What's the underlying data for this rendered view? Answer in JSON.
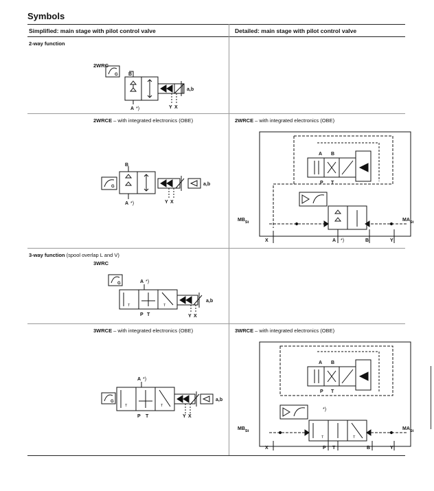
{
  "title": "Symbols",
  "headers": {
    "left": "Simplified: main stage with pilot control valve",
    "right": "Detailed: main stage with pilot control valve"
  },
  "rows": {
    "two_way": {
      "label": "2-way function",
      "simple_name": "2WRC",
      "obe_name": "2WRCE",
      "obe_desc": " – with integrated electronics (OBE)"
    },
    "three_way": {
      "label": "3-way function",
      "label_suffix": " (spool overlap L and V)",
      "simple_name": "3WRC",
      "obe_name": "3WRCE",
      "obe_desc": " – with integrated electronics (OBE)"
    }
  },
  "symbol_labels": {
    "A": "A",
    "B": "B",
    "P": "P",
    "T": "T",
    "X": "X",
    "Y": "Y",
    "G": "G",
    "ab": "a,b",
    "star": "*)",
    "MB": "MB",
    "MA": "MA",
    "St": "St"
  }
}
